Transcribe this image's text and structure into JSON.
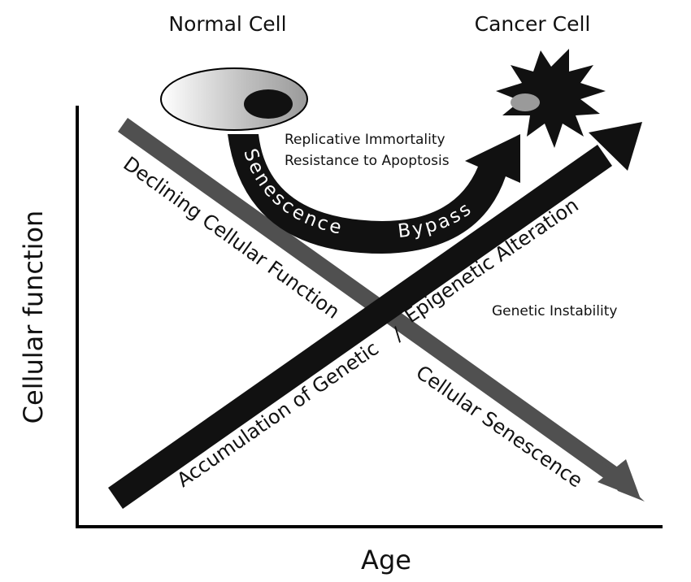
{
  "labels": {
    "normal_cell": "Normal Cell",
    "cancer_cell": "Cancer Cell",
    "y_axis": "Cellular function",
    "x_axis": "Age",
    "replicative_immortality": "Replicative Immortality",
    "resistance_apoptosis": "Resistance to Apoptosis",
    "senescence": "Senescence",
    "bypass": "Bypass",
    "declining_function": "Declining Cellular Function",
    "cellular_senescence": "Cellular Senescence",
    "accumulation": "Accumulation of Genetic",
    "slash": "/",
    "epigenetic": "Epigenetic Alteration",
    "genetic_instability": "Genetic Instability"
  },
  "colors": {
    "dark_arrow": "#111111",
    "gray_arrow": "#505050",
    "normal_cell_fill": "#c8c8c8",
    "cancer_cell_fill": "#111111",
    "cancer_nucleus": "#9a9a9a"
  }
}
